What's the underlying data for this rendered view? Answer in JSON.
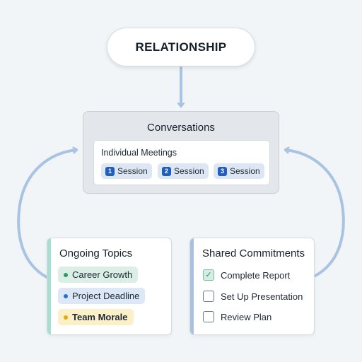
{
  "root": {
    "label": "RELATIONSHIP"
  },
  "conversations": {
    "title": "Conversations",
    "meetings_title": "Individual Meetings",
    "sessions": [
      {
        "num": "1",
        "label": "Session"
      },
      {
        "num": "2",
        "label": "Session"
      },
      {
        "num": "3",
        "label": "Session"
      }
    ]
  },
  "topics": {
    "title": "Ongoing Topics",
    "items": [
      {
        "label": "Career Growth",
        "bg": "#dcefe6",
        "dot": "#2e9a6c"
      },
      {
        "label": "Project Deadline",
        "bg": "#dce8f6",
        "dot": "#2d6fcf"
      },
      {
        "label": "Team Morale",
        "bg": "#fbf0c8",
        "dot": "#e8a80c"
      }
    ]
  },
  "commitments": {
    "title": "Shared Commitments",
    "items": [
      {
        "label": "Complete Report",
        "checked": true
      },
      {
        "label": "Set Up Presentation",
        "checked": false
      },
      {
        "label": "Review Plan",
        "checked": false
      }
    ]
  },
  "colors": {
    "arrow": "#a9c4e2",
    "background": "#f1f5f7",
    "session_badge": "#1f5fbf"
  }
}
